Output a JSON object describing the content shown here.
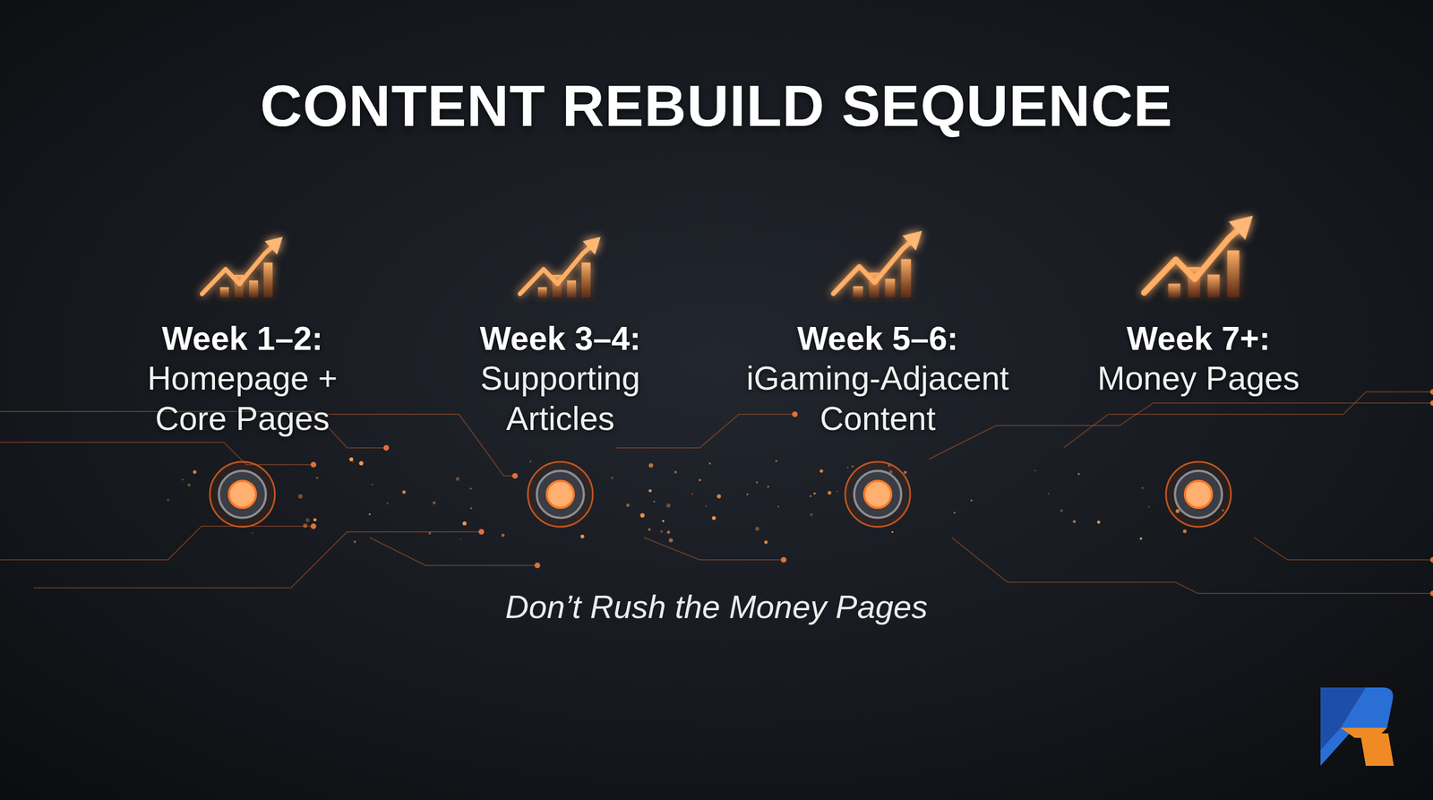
{
  "diagram": {
    "title": "CONTENT REBUILD SEQUENCE",
    "caption": "Don’t Rush the Money Pages",
    "nodes": [
      {
        "text": [
          "Week 1–2:",
          "Homepage + Core Pages"
        ]
      },
      {
        "text": [
          "Week 3–4:",
          "Supporting Articles"
        ]
      },
      {
        "text": [
          "Week 5–6:",
          "iGaming-Adjacent Content"
        ]
      },
      {
        "text": [
          "Week 7+:",
          "Money Pages"
        ]
      }
    ],
    "edges": [
      {
        "from": 0,
        "to": 1,
        "arrow": "none"
      },
      {
        "from": 1,
        "to": 2,
        "arrow": "none"
      },
      {
        "from": 2,
        "to": 3,
        "arrow": "none"
      }
    ]
  }
}
